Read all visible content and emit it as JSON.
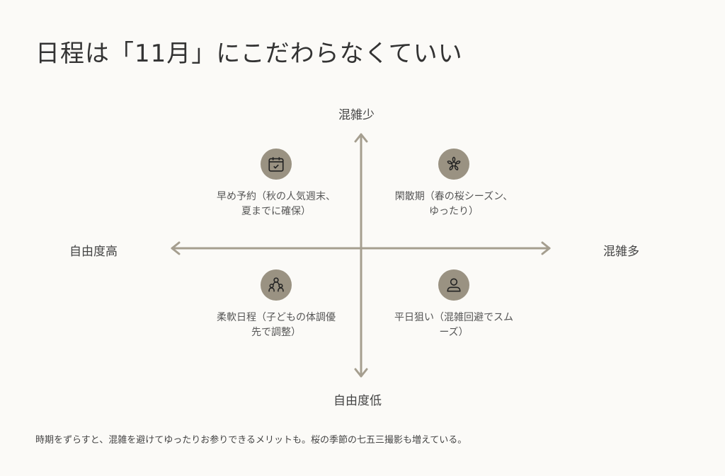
{
  "title": "日程は「11月」にこだわらなくていい",
  "axes": {
    "top": "混雑少",
    "bottom": "自由度低",
    "left": "自由度高",
    "right": "混雑多"
  },
  "quadrants": [
    {
      "icon": "calendar-check-icon",
      "label": "早め予約（秋の人気週末、夏までに確保）"
    },
    {
      "icon": "flower-icon",
      "label": "閑散期（春の桜シーズン、ゆったり）"
    },
    {
      "icon": "family-icon",
      "label": "柔軟日程（子どもの体調優先で調整）"
    },
    {
      "icon": "person-icon",
      "label": "平日狙い（混雑回避でスムーズ）"
    }
  ],
  "footer": "時期をずらすと、混雑を避けてゆったりお参りできるメリットも。桜の季節の七五三撮影も増えている。",
  "colors": {
    "background": "#fbfaf7",
    "axis": "#a59e8f",
    "icon_circle": "#9a9282"
  }
}
